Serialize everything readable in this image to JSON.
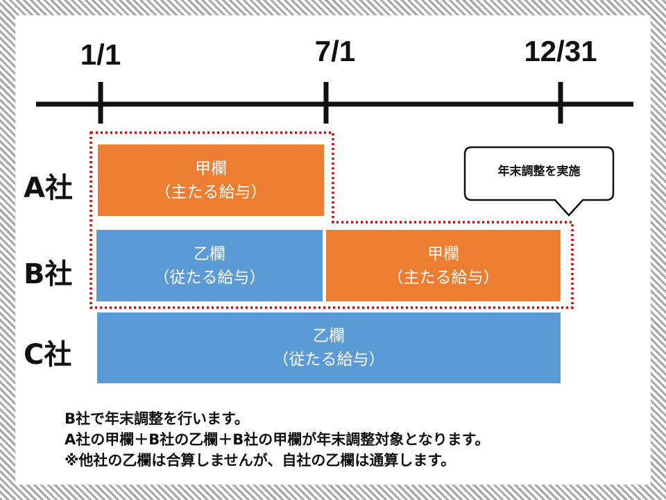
{
  "timeline": {
    "ticks": [
      "1/1",
      "7/1",
      "12/31"
    ]
  },
  "rows": [
    {
      "label": "A社",
      "bars": [
        {
          "title": "甲欄",
          "sub": "（主たる給与）",
          "color": "#ED7D31"
        }
      ]
    },
    {
      "label": "B社",
      "bars": [
        {
          "title": "乙欄",
          "sub": "（従たる給与）",
          "color": "#5B9BD5"
        },
        {
          "title": "甲欄",
          "sub": "（主たる給与）",
          "color": "#ED7D31"
        }
      ]
    },
    {
      "label": "C社",
      "bars": [
        {
          "title": "乙欄",
          "sub": "（従たる給与）",
          "color": "#5B9BD5"
        }
      ]
    }
  ],
  "callout": "年末調整を実施",
  "notes": [
    "B社で年末調整を行います。",
    "A社の甲欄＋B社の乙欄＋B社の甲欄が年末調整対象となります。",
    "※他社の乙欄は合算しませんが、自社の乙欄は通算します。"
  ],
  "colors": {
    "orange": "#ED7D31",
    "blue": "#5B9BD5",
    "highlight": "#E00000"
  }
}
